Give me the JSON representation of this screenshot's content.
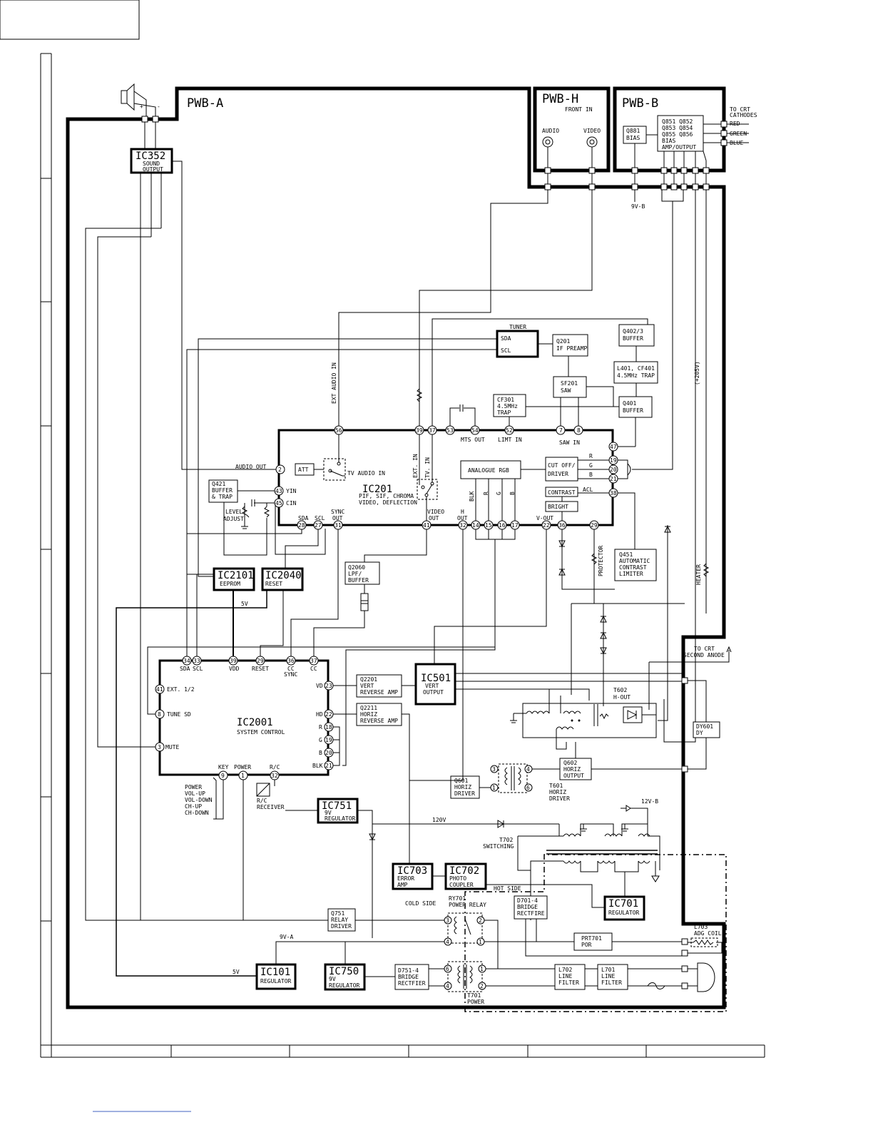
{
  "boards": {
    "a": "PWB-A",
    "h": "PWB-H",
    "b": "PWB-B",
    "h_sub": "FRONT IN",
    "h_audio": "AUDIO",
    "h_video": "VIDEO"
  },
  "speaker": {
    "plus": "+",
    "minus": "-"
  },
  "ic352": {
    "name": "IC352",
    "l1": "SOUND",
    "l2": "OUTPUT"
  },
  "q881": {
    "l1": "Q881",
    "l2": "BIAS"
  },
  "q851": {
    "l1": "Q851  Q852",
    "l2": "Q853  Q854",
    "l3": "Q855  Q856",
    "l4": "BIAS",
    "l5": "AMP/OUTPUT"
  },
  "crt": {
    "l1": "TO CRT",
    "l2": "CATHODES",
    "red": "RED",
    "green": "GREEN",
    "blue": "BLUE"
  },
  "v9b": "9V-B",
  "tuner": {
    "title": "TUNER",
    "sda": "SDA",
    "scl": "SCL"
  },
  "q201": {
    "l1": "Q201",
    "l2": "IF PREAMP"
  },
  "sf201": {
    "l1": "SF201",
    "l2": "SAW"
  },
  "q4023": {
    "l1": "Q402/3",
    "l2": "BUFFER"
  },
  "l401": {
    "l1": "L401, CF401",
    "l2": "4.5MHz TRAP"
  },
  "q401": {
    "l1": "Q401",
    "l2": "BUFFER"
  },
  "cf301": {
    "l1": "CF301",
    "l2": "4.5MHz",
    "l3": "TRAP"
  },
  "v205": "(+205V)",
  "ext_audio_in": "EXT AUDIO IN",
  "ic201": {
    "name": "IC201",
    "l1": "PIF, SIF, CHROMA",
    "l2": "VIDEO, DEFLECTION",
    "audio_out": "AUDIO OUT",
    "att": "ATT",
    "tv_audio_in": "TV AUDIO IN",
    "ext_in": "EXT. IN",
    "tv_in": "TV. IN",
    "mts_out": "MTS OUT",
    "limt_in": "LIMT IN",
    "saw_in": "SAW IN",
    "yin": "YIN",
    "cin": "CIN",
    "analogue_rgb": "ANALOGUE RGB",
    "cutoff1": "CUT OFF/",
    "cutoff2": "DRIVER",
    "r": "R",
    "g": "G",
    "b": "B",
    "contrast": "CONTRAST",
    "acl": "ACL",
    "bright": "BRIGHT",
    "blk": "BLK",
    "sda": "SDA",
    "scl": "SCL",
    "sync1": "SYNC",
    "sync2": "OUT",
    "video1": "VIDEO",
    "video2": "OUT",
    "h1": "H",
    "h2": "OUT",
    "vout": "V-OUT"
  },
  "pins": {
    "p56": "56",
    "p39": "39",
    "p37": "37",
    "p53": "53",
    "p54": "54",
    "p52": "52",
    "p7": "7",
    "p8": "8",
    "p47": "47",
    "p19": "19",
    "p20": "20",
    "p21": "21",
    "p38": "38",
    "p2": "2",
    "p43": "43",
    "p45": "45",
    "p28": "28",
    "p27": "27",
    "p31": "31",
    "p41": "41",
    "p32": "32",
    "p14": "14",
    "p15": "15",
    "p16": "16",
    "p17": "17",
    "p22": "22",
    "p36": "36",
    "p29": "29"
  },
  "q421": {
    "l1": "Q421",
    "l2": "BUFFER",
    "l3": "& TRAP"
  },
  "level_adjust": {
    "l1": "LEVEL",
    "l2": "ADJUST"
  },
  "q451": {
    "l1": "Q451",
    "l2": "AUTOMATIC",
    "l3": "CONTRAST",
    "l4": "LIMITER"
  },
  "protector": "PROTECTOR",
  "heater": "HEATER",
  "ic2101": {
    "name": "IC2101",
    "l1": "EEPROM"
  },
  "ic2040": {
    "name": "IC2040",
    "l1": "RESET"
  },
  "q2060": {
    "l1": "Q2060",
    "l2": "LPF/",
    "l3": "BUFFER"
  },
  "v5_top": "5V",
  "anode": {
    "l1": "TO CRT",
    "l2": "SECOND ANODE"
  },
  "ic2001": {
    "name": "IC2001",
    "l1": "SYSTEM CONTROL",
    "pins": {
      "p34": "34",
      "p33": "33",
      "p39": "39",
      "p29": "29",
      "p36": "36",
      "p37": "37",
      "p41": "41",
      "p8": "8",
      "p3": "3",
      "p23": "23",
      "p22": "22",
      "p18": "18",
      "p19": "19",
      "p20": "20",
      "p21": "21",
      "p9": "9",
      "p1": "1",
      "p32": "32"
    },
    "sda": "SDA",
    "scl": "SCL",
    "vdd": "VDD",
    "reset": "RESET",
    "cc_sync1": "CC",
    "cc_sync2": "SYNC",
    "cc": "CC",
    "ext": "EXT. 1/2",
    "tune": "TUNE SD",
    "mute": "MUTE",
    "vd": "VD",
    "hd": "HD",
    "r": "R",
    "g": "G",
    "b": "B",
    "blk": "BLK",
    "key": "KEY",
    "power": "POWER",
    "rc": "R/C"
  },
  "keys": {
    "l1": "POWER",
    "l2": "VOL-UP",
    "l3": "VOL-DOWN",
    "l4": "CH-UP",
    "l5": "CH-DOWN"
  },
  "rc_receiver": {
    "l1": "R/C",
    "l2": "RECEIVER"
  },
  "q2201": {
    "l1": "Q2201",
    "l2": "VERT",
    "l3": "REVERSE AMP"
  },
  "q2211": {
    "l1": "Q2211",
    "l2": "HORIZ",
    "l3": "REVERSE AMP"
  },
  "ic501": {
    "name": "IC501",
    "l1": "VERT",
    "l2": "OUTPUT"
  },
  "t602": {
    "l1": "T602",
    "l2": "H-OUT"
  },
  "dy601": {
    "l1": "DY601",
    "l2": "DY"
  },
  "q602": {
    "l1": "Q602",
    "l2": "HORIZ",
    "l3": "OUTPUT"
  },
  "q601": {
    "l1": "Q601",
    "l2": "HORIZ",
    "l3": "DRIVER"
  },
  "t601": {
    "l1": "T601",
    "l2": "HORIZ",
    "l3": "DRIVER"
  },
  "t601_pins": {
    "p3": "3",
    "p4": "4",
    "p1": "1",
    "p6": "6"
  },
  "ic751": {
    "name": "IC751",
    "l1": "9V",
    "l2": "REGULATOR"
  },
  "v120": "120V",
  "v12b": "12V-B",
  "t702": {
    "l1": "T702",
    "l2": "SWITCHING"
  },
  "ic703": {
    "name": "IC703",
    "l1": "ERROR",
    "l2": "AMP"
  },
  "ic702": {
    "name": "IC702",
    "l1": "PHOTO",
    "l2": "COUPLER"
  },
  "hot_side": "HOT SIDE",
  "cold_side": "COLD SIDE",
  "ic701": {
    "name": "IC701",
    "l1": "REGULATOR"
  },
  "ry701": {
    "l1": "RY701",
    "l2": "POWER RELAY"
  },
  "d701": {
    "l1": "D701-4",
    "l2": "BRIDGE",
    "l3": "RECTFIRE"
  },
  "q751": {
    "l1": "Q751",
    "l2": "RELAY",
    "l3": "DRIVER"
  },
  "l703": {
    "l1": "L703",
    "l2": "ADG COIL"
  },
  "prt701": {
    "l1": "PRT701",
    "l2": "POR"
  },
  "v9a": "9V-A",
  "v5_bot": "5V",
  "ic101": {
    "name": "IC101",
    "l1": "REGULATOR"
  },
  "ic750": {
    "name": "IC750",
    "l1": "9V",
    "l2": "REGULATOR"
  },
  "d751": {
    "l1": "D751-4",
    "l2": "BRIDGE",
    "l3": "RECTFIER"
  },
  "l702": {
    "l1": "L702",
    "l2": "LINE",
    "l3": "FILTER"
  },
  "l701": {
    "l1": "L701",
    "l2": "LINE",
    "l3": "FILTER"
  },
  "t701": {
    "l1": "T701",
    "l2": "POWER"
  },
  "relay_pins": {
    "p3": "3",
    "p4": "4",
    "p2": "2",
    "p1": "1"
  },
  "t701_pins": {
    "p6": "6",
    "p4": "4",
    "p1": "1",
    "p2": "2"
  }
}
